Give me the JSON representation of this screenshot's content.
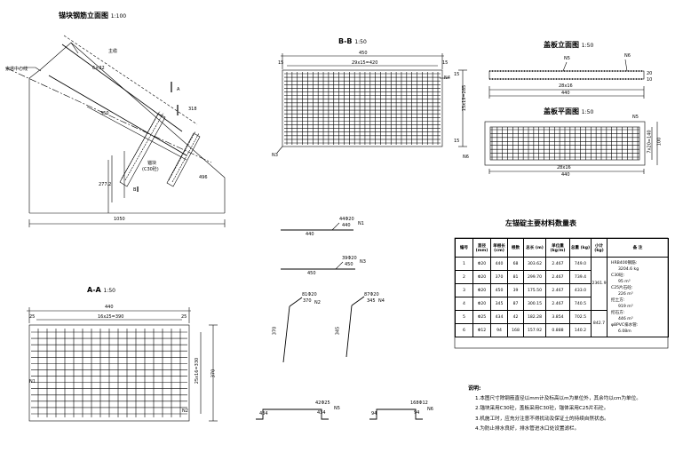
{
  "titles": {
    "elevation": "锚块钢筋立面图",
    "elevation_scale": "1:100",
    "bb": "B-B",
    "bb_scale": "1:50",
    "plate_elev": "盖板立面图",
    "plate_elev_scale": "1:50",
    "plate_plan": "盖板平面图",
    "plate_plan_scale": "1:50",
    "aa": "A-A",
    "aa_scale": "1:50",
    "table": "左锚碇主要材料数量表"
  },
  "elevation": {
    "center_line": "索塔中心线",
    "cable": "主缆",
    "dim_6x32": "6×32",
    "anchor": "锚块",
    "anchor_conc": "(C30砼)",
    "dim_350": "350",
    "dim_2772": "277.2",
    "dim_1050": "1050",
    "mark_a": "A",
    "mark_b": "B",
    "dim_318": "318",
    "dim_496": "496"
  },
  "bb": {
    "top_total": "450",
    "top_grid": "29x15=420",
    "e15a": "15",
    "e15b": "15",
    "n4": "N4",
    "n3": "N3",
    "side_dim": "15x19=285",
    "side_a": "15",
    "side_b": "15"
  },
  "plate_elev": {
    "n5": "N5",
    "n6": "N6",
    "n6b": "N6",
    "dim_28x16": "28x16",
    "dim_440": "440",
    "d20": "20",
    "d10": "10"
  },
  "plate_plan": {
    "n5": "N5",
    "dim_28x16": "28x16",
    "dim_440": "440",
    "d_7x20": "7x20=140",
    "d_100": "100"
  },
  "bars": {
    "n1_top": "44Φ20",
    "n1_len": "440",
    "n1": "N1",
    "n1_bottom": "440",
    "n3_top": "39Φ20",
    "n3_len": "450",
    "n3": "N3",
    "n3_bottom": "450",
    "n2_top": "81Φ20",
    "n2_len": "370",
    "n2": "N2",
    "n2_vert": "370",
    "n4_top": "87Φ20",
    "n4_len": "345",
    "n4": "N4",
    "n4_vert": "345",
    "n5_top": "42Φ25",
    "n5_len": "434",
    "n5": "N5",
    "n5_bottom": "434",
    "n6_top": "168Φ12",
    "n6_len": "94",
    "n6": "N6",
    "n6_bottom": "94"
  },
  "aa": {
    "top_total": "440",
    "top_grid": "16x25=390",
    "e25a": "25",
    "e25b": "25",
    "side_dim": "25x16=330",
    "side_total": "370",
    "n1": "N1",
    "n2": "N2"
  },
  "table": {
    "headers": [
      "编号",
      "直径 (mm)",
      "单根长 (cm)",
      "根数",
      "总长 (m)",
      "单位重 (kg/m)",
      "总重 (kg)",
      "小计 (kg)",
      "备 注"
    ],
    "rows": [
      [
        "1",
        "Φ20",
        "440",
        "68",
        "303.62",
        "2.467",
        "749.0"
      ],
      [
        "2",
        "Φ20",
        "370",
        "81",
        "299.70",
        "2.467",
        "739.4"
      ],
      [
        "3",
        "Φ20",
        "450",
        "39",
        "175.50",
        "2.467",
        "433.0"
      ],
      [
        "4",
        "Φ20",
        "345",
        "87",
        "300.15",
        "2.467",
        "740.5"
      ],
      [
        "5",
        "Φ25",
        "434",
        "42",
        "182.28",
        "3.854",
        "702.5"
      ],
      [
        "6",
        "Φ12",
        "94",
        "168",
        "157.92",
        "0.888",
        "140.2"
      ]
    ],
    "subtotal_1": "2361.9",
    "subtotal_2": "842.7",
    "remarks": [
      "HRB400钢筋:",
      "3204.6 kg",
      "C30砼:",
      "95 m³",
      "C25片石砼:",
      "226 m³",
      "挖土方:",
      "919 m³",
      "挖石方:",
      "446 m³",
      "φ8PVC排水管:",
      "6.08m"
    ]
  },
  "notes": {
    "title": "说明:",
    "items": [
      "1.本图尺寸除钢筋直径以mm计及标高以m为单位外，其余均以cm为单位。",
      "2.锚块采用C30砼，盖板采用C30砼，锚体采用C25片石砼。",
      "3.机施工时，应充分注意不得扰动及保证土的持续自然状态。",
      "4.为防止排水良好，排水管进水口处设置滤栏。"
    ]
  }
}
